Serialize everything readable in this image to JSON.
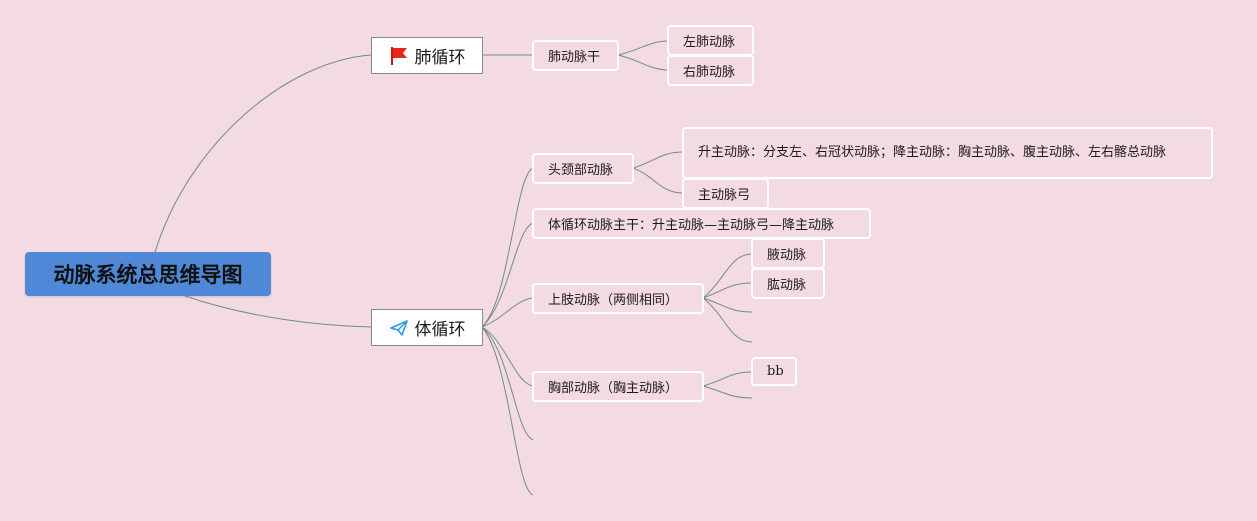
{
  "mindmap": {
    "root": {
      "label": "动脉系统总思维导图"
    },
    "branches": [
      {
        "label": "肺循环",
        "icon": "red-flag-icon",
        "children": [
          {
            "label": "肺动脉干",
            "children": [
              {
                "label": "左肺动脉"
              },
              {
                "label": "右肺动脉"
              }
            ]
          }
        ]
      },
      {
        "label": "体循环",
        "icon": "paper-plane-icon",
        "children": [
          {
            "label": "头颈部动脉",
            "children": [
              {
                "label": "升主动脉：分支左、右冠状动脉；降主动脉：胸主动脉、腹主动脉、左右髂总动脉"
              },
              {
                "label": "主动脉弓"
              }
            ]
          },
          {
            "label": "体循环动脉主干：升主动脉—主动脉弓—降主动脉"
          },
          {
            "label": "上肢动脉（两侧相同）",
            "children": [
              {
                "label": "腋动脉"
              },
              {
                "label": "肱动脉"
              }
            ]
          },
          {
            "label": "胸部动脉（胸主动脉）",
            "children": [
              {
                "label": "bb"
              }
            ]
          }
        ]
      }
    ]
  },
  "colors": {
    "background": "#f4dbe1",
    "root_fill": "#4f88d6",
    "connector": "#6f8f80",
    "node_border": "#ffffff",
    "flag_red": "#e8271c",
    "plane_blue": "#2d9be0"
  }
}
